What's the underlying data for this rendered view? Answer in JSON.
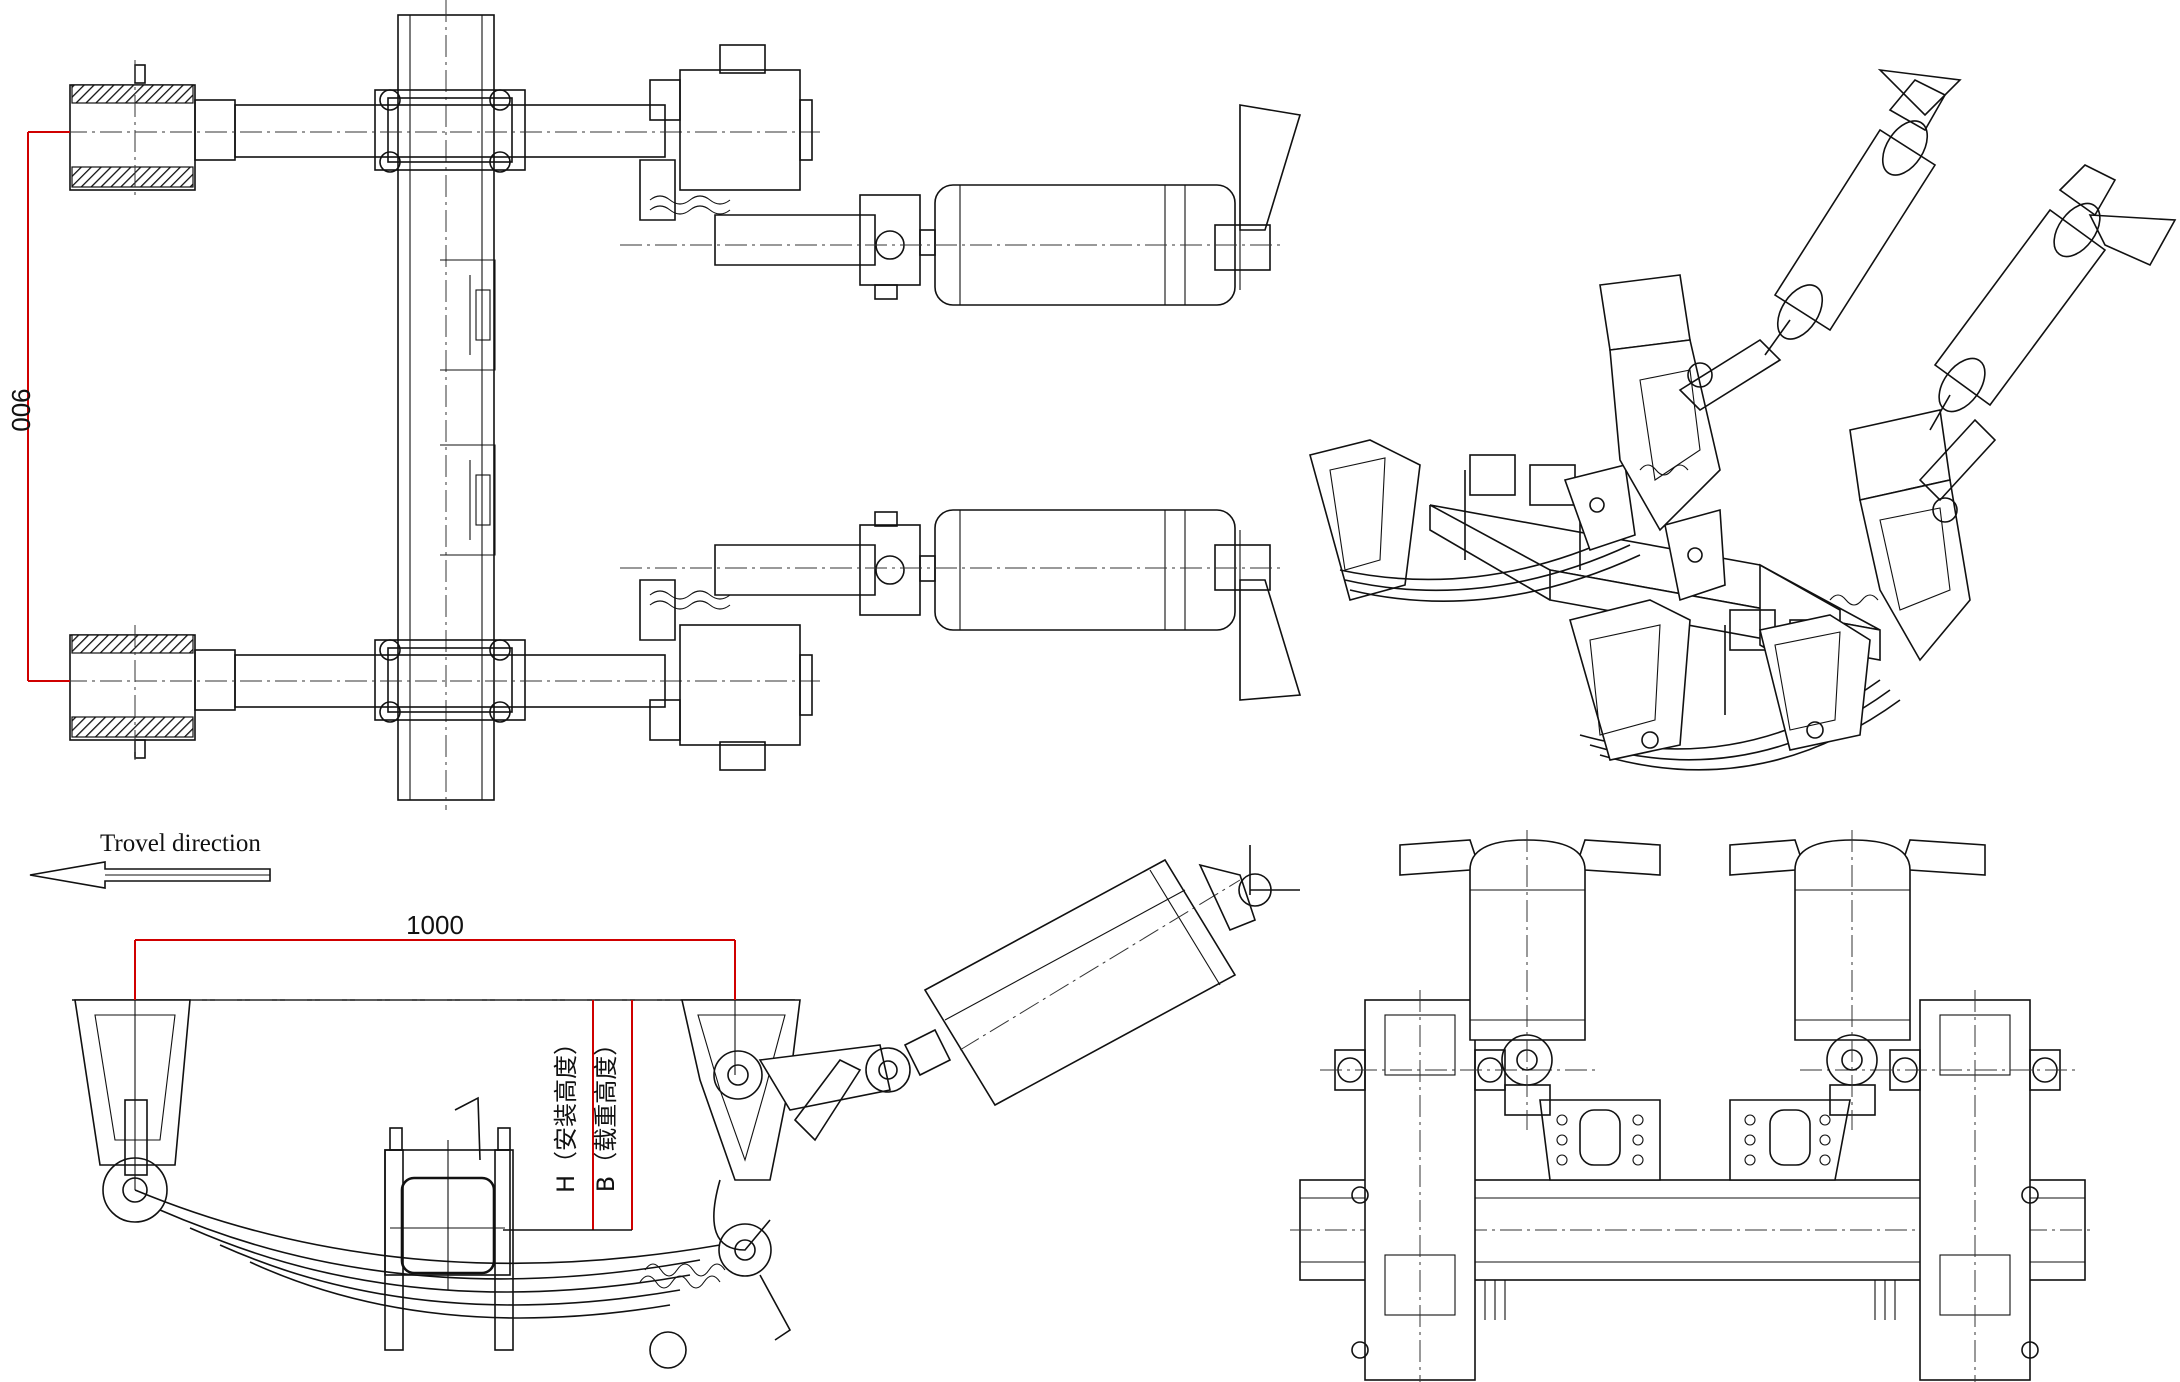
{
  "labels": {
    "dim_width": "900",
    "dim_length": "1000",
    "travel_direction": "Trovel direction",
    "height_install": "H（安装高度）",
    "height_loaded": "B（载重高度）"
  },
  "colors": {
    "line": "#111111",
    "dimension": "#d00000",
    "background": "#ffffff"
  }
}
